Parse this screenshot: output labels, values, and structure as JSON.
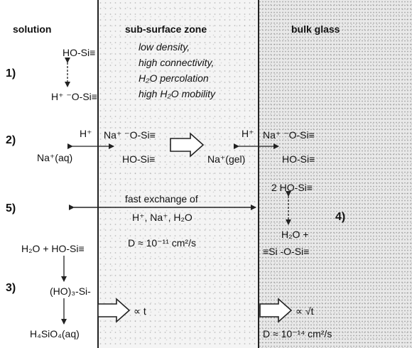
{
  "headers": {
    "solution": "solution",
    "subsurface": "sub-surface zone",
    "bulk": "bulk glass"
  },
  "steps": {
    "s1": "1)",
    "s2": "2)",
    "s3": "3)",
    "s4": "4)",
    "s5": "5)"
  },
  "subsurface_props": {
    "p1": "low density,",
    "p2": "high connectivity,",
    "p3": "H₂O percolation",
    "p4": "high H₂O mobility"
  },
  "step1": {
    "top": "HO-Si≡",
    "bottom": "H⁺ ⁻O-Si≡"
  },
  "step2": {
    "h_left": "H⁺",
    "na_o_si_left": "Na⁺ ⁻O-Si≡",
    "na_aq": "Na⁺(aq)",
    "ho_si_left": "HO-Si≡",
    "na_gel": "Na⁺(gel)",
    "h_right": "H⁺",
    "na_o_si_right": "Na⁺ ⁻O-Si≡",
    "ho_si_right": "HO-Si≡"
  },
  "step5": {
    "line1": "fast exchange of",
    "line2": "H⁺, Na⁺, H₂O",
    "diffusion": "D ≈ 10⁻¹¹ cm²/s"
  },
  "step4": {
    "top": "2 HO-Si≡",
    "mid": "H₂O +",
    "bottom": "≡Si -O-Si≡"
  },
  "step3": {
    "top": "H₂O + HO-Si≡",
    "mid": "(HO)₃-Si-",
    "bottom": "H₄SiO₄(aq)",
    "rate_left": "∝ t",
    "rate_right": "∝ √t",
    "diffusion_bulk": "D ≈ 10⁻¹⁴ cm²/s"
  },
  "colors": {
    "line": "#222222",
    "subsurface_bg": "#f4f4f4",
    "bulk_bg": "#e9e9e9"
  }
}
